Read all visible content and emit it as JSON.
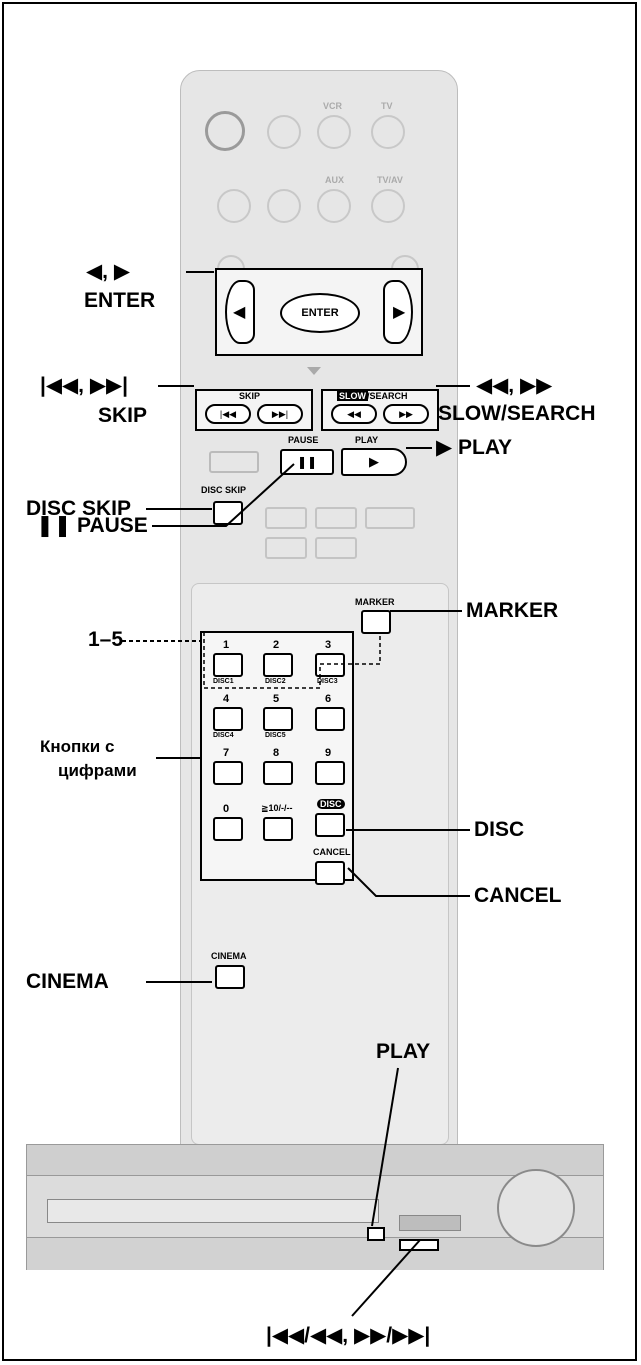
{
  "labels": {
    "arrows": "◀, ▶",
    "enter": "ENTER",
    "skip_symbols": "|◀◀, ▶▶|",
    "skip": "SKIP",
    "search_symbols": "◀◀, ▶▶",
    "slow_search": "SLOW/SEARCH",
    "play": "▶ PLAY",
    "disc_skip": "DISC SKIP",
    "pause": "❚❚ PAUSE",
    "marker": "MARKER",
    "one_to_five": "1–5",
    "number_buttons_1": "Кнопки с",
    "number_buttons_2": "цифрами",
    "disc": "DISC",
    "cancel": "CANCEL",
    "cinema": "CINEMA",
    "unit_play": "PLAY",
    "unit_skip_search": "|◀◀/◀◀, ▶▶/▶▶|"
  },
  "remote": {
    "enter": "ENTER",
    "skip": "SKIP",
    "slow": "SLOW",
    "search": "/SEARCH",
    "pause": "PAUSE",
    "play": "PLAY",
    "disc_skip": "DISC SKIP",
    "marker": "MARKER",
    "disc": "DISC",
    "cancel": "CANCEL",
    "cinema": "CINEMA",
    "k1": "1",
    "k2": "2",
    "k3": "3",
    "k4": "4",
    "k5": "5",
    "k6": "6",
    "k7": "7",
    "k8": "8",
    "k9": "9",
    "k0": "0",
    "k10": "≧10/-/--",
    "d1": "DISC1",
    "d2": "DISC2",
    "d3": "DISC3",
    "d4": "DISC4",
    "d5": "DISC5",
    "vcr": "VCR",
    "tv": "TV",
    "aux": "AUX",
    "tvav": "TV/AV"
  }
}
